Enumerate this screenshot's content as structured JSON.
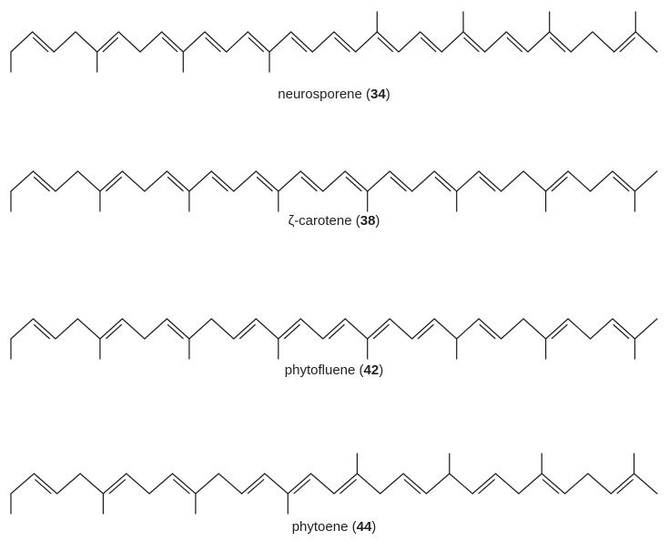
{
  "figure": {
    "colors": {
      "ink": "#231f20",
      "background": "#ffffff"
    },
    "molecules": [
      {
        "id": "neurosporene",
        "name": "neurosporene",
        "compound_number": "34",
        "double_bond_pattern": [
          0,
          1,
          0,
          0,
          1,
          0,
          0,
          1,
          0,
          1,
          0,
          1,
          0,
          1,
          0,
          1,
          0,
          1,
          0,
          1,
          0,
          1,
          0,
          1,
          0,
          1,
          0,
          0,
          1,
          0
        ],
        "methyl_branches": [
          0,
          4,
          8,
          12,
          17,
          21,
          25,
          29
        ]
      },
      {
        "id": "zeta-carotene",
        "name": "ζ-carotene",
        "compound_number": "38",
        "double_bond_pattern": [
          0,
          1,
          0,
          0,
          1,
          0,
          0,
          1,
          0,
          1,
          0,
          1,
          0,
          1,
          0,
          1,
          0,
          1,
          0,
          1,
          0,
          1,
          0,
          0,
          1,
          0,
          0,
          1,
          0
        ],
        "methyl_branches": [
          0,
          4,
          8,
          12,
          16,
          20,
          24,
          28
        ]
      },
      {
        "id": "phytofluene",
        "name": "phytofluene",
        "compound_number": "42",
        "double_bond_pattern": [
          0,
          1,
          0,
          0,
          1,
          0,
          0,
          1,
          0,
          0,
          1,
          0,
          1,
          0,
          1,
          0,
          1,
          0,
          1,
          0,
          0,
          1,
          0,
          0,
          1,
          0,
          0,
          1,
          0
        ],
        "methyl_branches": [
          0,
          4,
          8,
          12,
          16,
          20,
          24,
          28
        ]
      },
      {
        "id": "phytoene",
        "name": "phytoene",
        "compound_number": "44",
        "double_bond_pattern": [
          0,
          1,
          0,
          0,
          1,
          0,
          0,
          1,
          0,
          0,
          1,
          0,
          1,
          0,
          1,
          0,
          0,
          1,
          0,
          0,
          1,
          0,
          0,
          1,
          0,
          0,
          1,
          0
        ],
        "methyl_branches": [
          0,
          4,
          8,
          12,
          15,
          19,
          23,
          27
        ]
      }
    ]
  }
}
